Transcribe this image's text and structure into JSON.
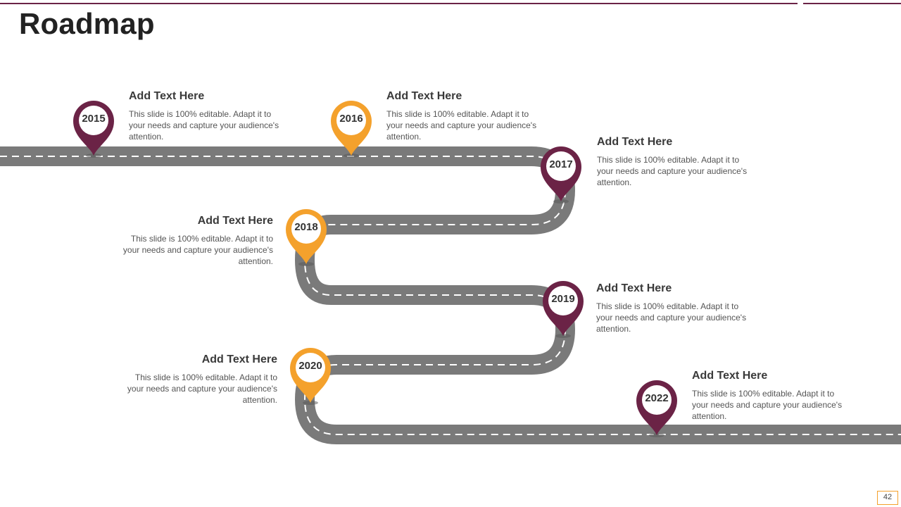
{
  "title": "Roadmap",
  "page_number": "42",
  "colors": {
    "purple": "#6b2346",
    "orange": "#f4a12c",
    "road": "#7a7a7a"
  },
  "milestones": [
    {
      "year": "2015",
      "heading": "Add Text Here",
      "body": "This slide is 100% editable. Adapt it to your needs and capture your audience's attention.",
      "color": "purple"
    },
    {
      "year": "2016",
      "heading": "Add Text Here",
      "body": "This slide is 100% editable. Adapt it to your needs and capture your audience's attention.",
      "color": "orange"
    },
    {
      "year": "2017",
      "heading": "Add Text Here",
      "body": "This slide is 100% editable. Adapt it to your needs and capture your audience's attention.",
      "color": "purple"
    },
    {
      "year": "2018",
      "heading": "Add Text Here",
      "body": "This slide is 100% editable. Adapt it to your needs and capture your audience's attention.",
      "color": "orange"
    },
    {
      "year": "2019",
      "heading": "Add Text Here",
      "body": "This slide is 100% editable. Adapt it to your needs and capture your audience's attention.",
      "color": "purple"
    },
    {
      "year": "2020",
      "heading": "Add Text Here",
      "body": "This slide is 100% editable. Adapt it to your needs and capture your audience's attention.",
      "color": "orange"
    },
    {
      "year": "2022",
      "heading": "Add Text Here",
      "body": "This slide is 100% editable. Adapt it to your needs and capture your audience's attention.",
      "color": "purple"
    }
  ]
}
